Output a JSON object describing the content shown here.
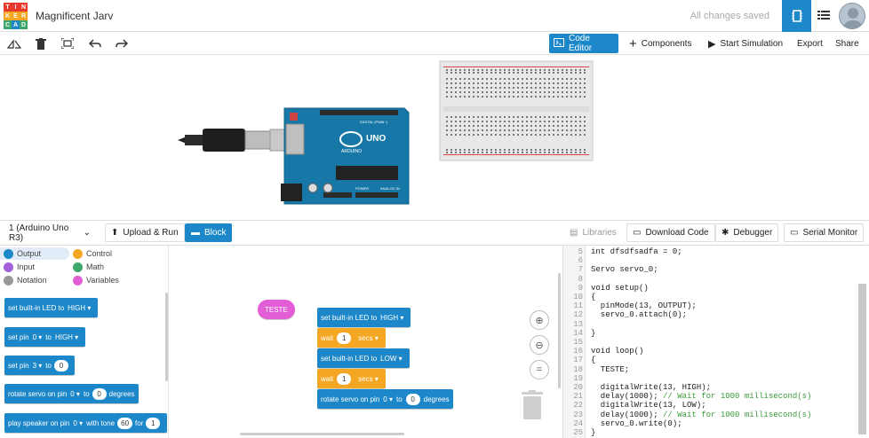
{
  "header": {
    "logo_letters": [
      "T",
      "I",
      "N",
      "K",
      "E",
      "R",
      "C",
      "A",
      "D"
    ],
    "logo_colors": [
      "#e8392e",
      "#e8392e",
      "#e8392e",
      "#f5a623",
      "#f5a623",
      "#f5a623",
      "#3ca86b",
      "#1c87c9",
      "#3ca86b"
    ],
    "project_title": "Magnificent Jarv",
    "save_status": "All changes saved",
    "icons": [
      "circuit-view-icon",
      "schematic-list-icon",
      "user-avatar"
    ]
  },
  "toolbar": {
    "tools": [
      "rotate-icon",
      "delete-icon",
      "fit-view-icon",
      "undo-icon",
      "redo-icon"
    ],
    "code_editor": "Code Editor",
    "components": "Components",
    "start_simulation": "Start Simulation",
    "export": "Export",
    "share": "Share"
  },
  "canvas": {
    "board_label": "UNO",
    "board_brand": "ARDUINO",
    "board_sublabel": "DIGITAL (PWM~)",
    "power_label": "POWER",
    "analog_label": "ANALOG IN"
  },
  "codebar": {
    "device_select": "1 (Arduino Uno R3)",
    "upload_run": "Upload & Run",
    "block": "Block",
    "libraries": "Libraries",
    "download_code": "Download Code",
    "debugger": "Debugger",
    "serial_monitor": "Serial Monitor"
  },
  "palette": {
    "categories": [
      {
        "label": "Output",
        "color": "#1c87c9"
      },
      {
        "label": "Control",
        "color": "#f5a623"
      },
      {
        "label": "Input",
        "color": "#a35fd9"
      },
      {
        "label": "Math",
        "color": "#3ca86b"
      },
      {
        "label": "Notation",
        "color": "#999999"
      },
      {
        "label": "Variables",
        "color": "#e35ed6"
      }
    ],
    "blocks": {
      "b1_text": "set built-in LED to",
      "b1_val": "HIGH",
      "b2_a": "set pin",
      "b2_pin": "0",
      "b2_to": "to",
      "b2_val": "HIGH",
      "b3_a": "set pin",
      "b3_pin": "3",
      "b3_to": "to",
      "b3_val": "0",
      "b4_a": "rotate servo on pin",
      "b4_pin": "0",
      "b4_to": "to",
      "b4_val": "0",
      "b4_unit": "degrees",
      "b5_a": "play speaker on pin",
      "b5_pin": "0",
      "b5_with": "with tone",
      "b5_val": "60",
      "b5_for": "for",
      "b5_dur": "1"
    }
  },
  "workspace": {
    "comment": "TESTE",
    "w1_text": "set built-in LED to",
    "w1_val": "HIGH",
    "w2_text": "wait",
    "w2_val": "1",
    "w2_unit": "secs",
    "w3_text": "set built-in LED to",
    "w3_val": "LOW",
    "w4_text": "wait",
    "w4_val": "1",
    "w4_unit": "secs",
    "w5_a": "rotate servo on pin",
    "w5_pin": "0",
    "w5_to": "to",
    "w5_val": "0",
    "w5_unit": "degrees"
  },
  "editor": {
    "lines": [
      {
        "n": "5",
        "code": "int dfsdfsadfa = 0;"
      },
      {
        "n": "6",
        "code": ""
      },
      {
        "n": "7",
        "code": "Servo servo_0;"
      },
      {
        "n": "8",
        "code": ""
      },
      {
        "n": "9",
        "code": "void setup()"
      },
      {
        "n": "10",
        "code": "{"
      },
      {
        "n": "11",
        "code": "  pinMode(13, OUTPUT);"
      },
      {
        "n": "12",
        "code": "  servo_0.attach(0);"
      },
      {
        "n": "13",
        "code": ""
      },
      {
        "n": "14",
        "code": "}"
      },
      {
        "n": "15",
        "code": ""
      },
      {
        "n": "16",
        "code": "void loop()"
      },
      {
        "n": "17",
        "code": "{"
      },
      {
        "n": "18",
        "code": "  TESTE;"
      },
      {
        "n": "19",
        "code": ""
      },
      {
        "n": "20",
        "code": "  digitalWrite(13, HIGH);"
      },
      {
        "n": "21",
        "code": "  delay(1000); ",
        "comment": "// Wait for 1000 millisecond(s)"
      },
      {
        "n": "22",
        "code": "  digitalWrite(13, LOW);"
      },
      {
        "n": "23",
        "code": "  delay(1000); ",
        "comment": "// Wait for 1000 millisecond(s)"
      },
      {
        "n": "24",
        "code": "  servo_0.write(0);"
      },
      {
        "n": "25",
        "code": "}"
      }
    ]
  }
}
